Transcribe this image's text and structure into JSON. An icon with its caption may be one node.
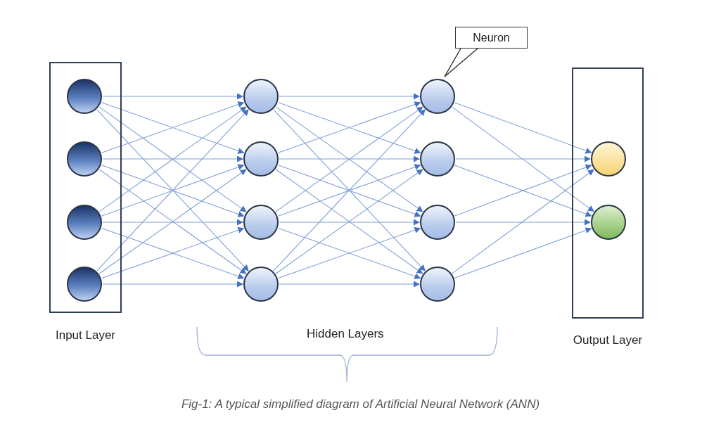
{
  "diagram": {
    "caption": "Fig-1: A typical simplified diagram of Artificial Neural Network (ANN)",
    "nodes": [
      {
        "text": [
          "Input Layer"
        ]
      },
      {
        "text": [],
        "shape": "circle",
        "in": 0
      },
      {
        "text": [],
        "shape": "circle",
        "in": 0
      },
      {
        "text": [],
        "shape": "circle",
        "in": 0
      },
      {
        "text": [],
        "shape": "circle",
        "in": 0
      },
      {
        "text": [],
        "shape": "circle"
      },
      {
        "text": [],
        "shape": "circle"
      },
      {
        "text": [],
        "shape": "circle"
      },
      {
        "text": [],
        "shape": "circle"
      },
      {
        "text": [],
        "shape": "circle"
      },
      {
        "text": [],
        "shape": "circle"
      },
      {
        "text": [],
        "shape": "circle"
      },
      {
        "text": [],
        "shape": "circle"
      },
      {
        "text": [
          "Output Layer"
        ]
      },
      {
        "text": [],
        "shape": "circle",
        "in": 13
      },
      {
        "text": [],
        "shape": "circle",
        "in": 13
      },
      {
        "text": [
          "Neuron"
        ]
      }
    ],
    "edges": [
      {
        "from": 1,
        "to": 5,
        "arrow": "to"
      },
      {
        "from": 1,
        "to": 6,
        "arrow": "to"
      },
      {
        "from": 1,
        "to": 7,
        "arrow": "to"
      },
      {
        "from": 1,
        "to": 8,
        "arrow": "to"
      },
      {
        "from": 2,
        "to": 5,
        "arrow": "to"
      },
      {
        "from": 2,
        "to": 6,
        "arrow": "to"
      },
      {
        "from": 2,
        "to": 7,
        "arrow": "to"
      },
      {
        "from": 2,
        "to": 8,
        "arrow": "to"
      },
      {
        "from": 3,
        "to": 5,
        "arrow": "to"
      },
      {
        "from": 3,
        "to": 6,
        "arrow": "to"
      },
      {
        "from": 3,
        "to": 7,
        "arrow": "to"
      },
      {
        "from": 3,
        "to": 8,
        "arrow": "to"
      },
      {
        "from": 4,
        "to": 5,
        "arrow": "to"
      },
      {
        "from": 4,
        "to": 6,
        "arrow": "to"
      },
      {
        "from": 4,
        "to": 7,
        "arrow": "to"
      },
      {
        "from": 4,
        "to": 8,
        "arrow": "to"
      },
      {
        "from": 5,
        "to": 9,
        "arrow": "to"
      },
      {
        "from": 5,
        "to": 10,
        "arrow": "to"
      },
      {
        "from": 5,
        "to": 11,
        "arrow": "to"
      },
      {
        "from": 5,
        "to": 12,
        "arrow": "to"
      },
      {
        "from": 6,
        "to": 9,
        "arrow": "to"
      },
      {
        "from": 6,
        "to": 10,
        "arrow": "to"
      },
      {
        "from": 6,
        "to": 11,
        "arrow": "to"
      },
      {
        "from": 6,
        "to": 12,
        "arrow": "to"
      },
      {
        "from": 7,
        "to": 9,
        "arrow": "to"
      },
      {
        "from": 7,
        "to": 10,
        "arrow": "to"
      },
      {
        "from": 7,
        "to": 11,
        "arrow": "to"
      },
      {
        "from": 7,
        "to": 12,
        "arrow": "to"
      },
      {
        "from": 8,
        "to": 9,
        "arrow": "to"
      },
      {
        "from": 8,
        "to": 10,
        "arrow": "to"
      },
      {
        "from": 8,
        "to": 11,
        "arrow": "to"
      },
      {
        "from": 8,
        "to": 12,
        "arrow": "to"
      },
      {
        "from": 9,
        "to": 14,
        "arrow": "to"
      },
      {
        "from": 9,
        "to": 15,
        "arrow": "to"
      },
      {
        "from": 10,
        "to": 14,
        "arrow": "to"
      },
      {
        "from": 10,
        "to": 15,
        "arrow": "to"
      },
      {
        "from": 11,
        "to": 14,
        "arrow": "to"
      },
      {
        "from": 11,
        "to": 15,
        "arrow": "to"
      },
      {
        "from": 12,
        "to": 14,
        "arrow": "to"
      },
      {
        "from": 12,
        "to": 15,
        "arrow": "to"
      },
      {
        "from": 16,
        "to": 9,
        "arrow": "none",
        "color": "#333333"
      }
    ],
    "labels": [
      "Hidden Layers"
    ]
  }
}
